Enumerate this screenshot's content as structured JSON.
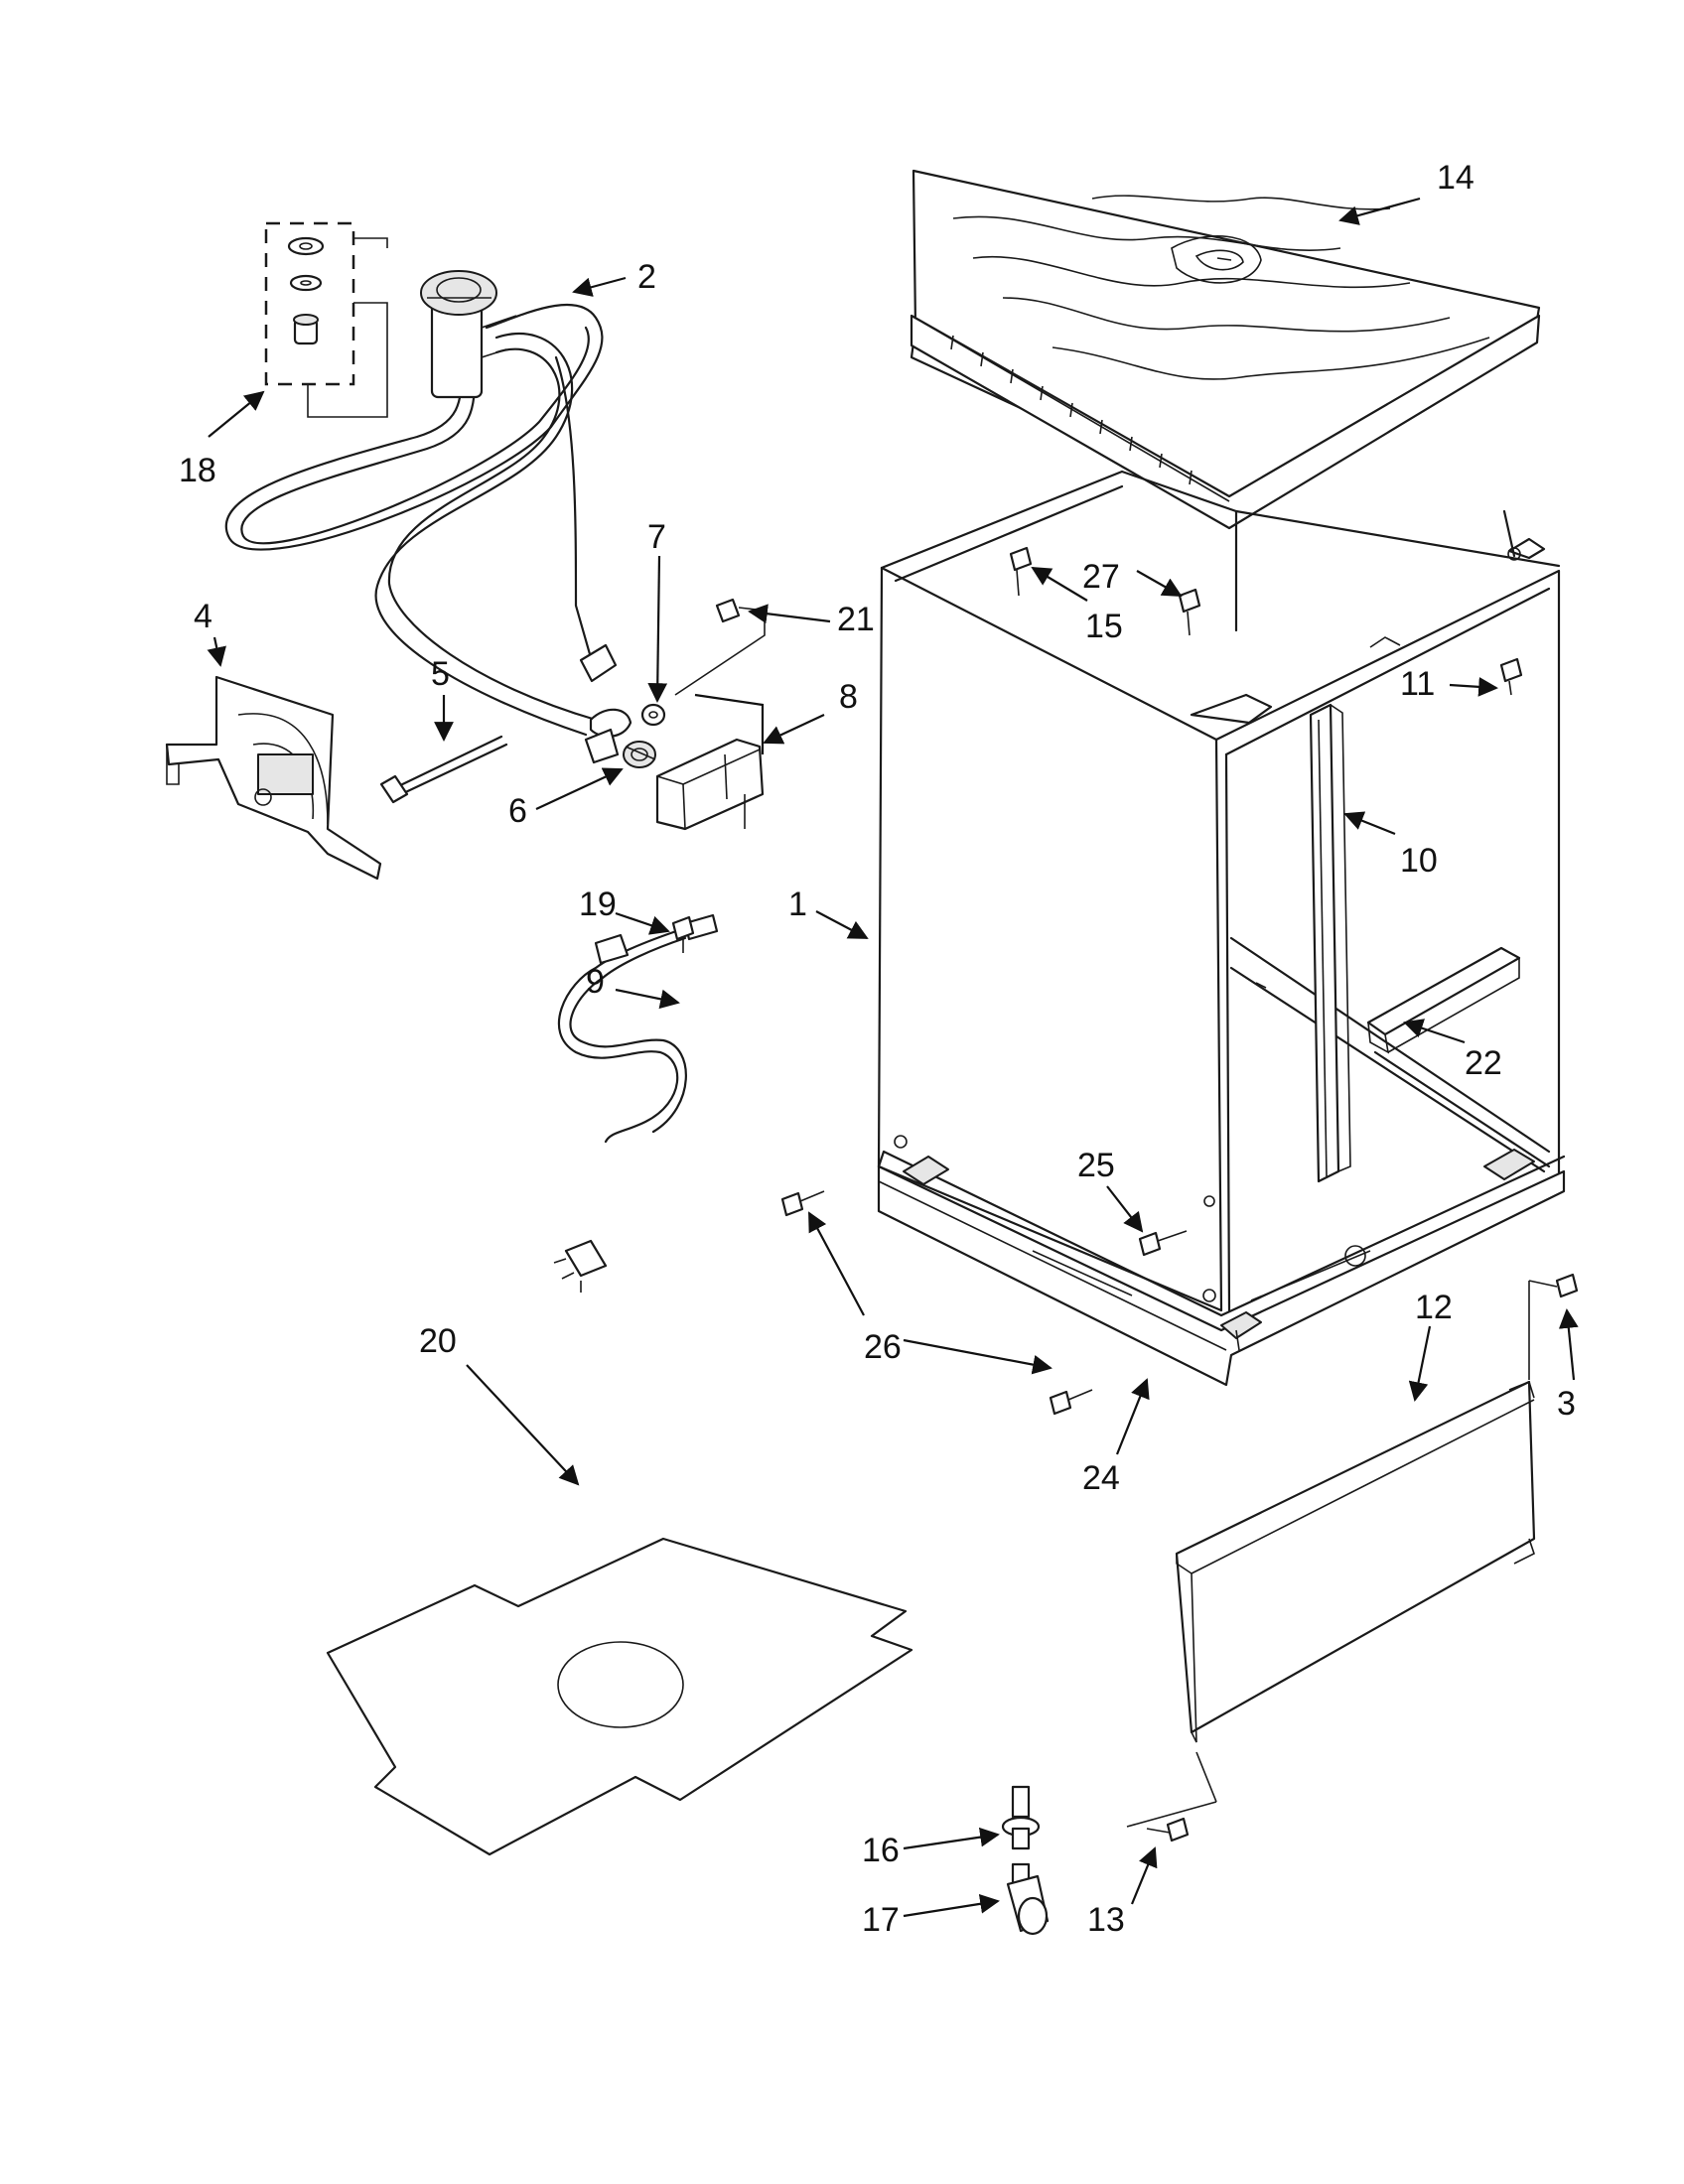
{
  "callouts": [
    {
      "id": "c1",
      "label": "1"
    },
    {
      "id": "c2",
      "label": "2"
    },
    {
      "id": "c3",
      "label": "3"
    },
    {
      "id": "c4",
      "label": "4"
    },
    {
      "id": "c5",
      "label": "5"
    },
    {
      "id": "c6",
      "label": "6"
    },
    {
      "id": "c7",
      "label": "7"
    },
    {
      "id": "c8",
      "label": "8"
    },
    {
      "id": "c9",
      "label": "9"
    },
    {
      "id": "c10",
      "label": "10"
    },
    {
      "id": "c11",
      "label": "11"
    },
    {
      "id": "c12",
      "label": "12"
    },
    {
      "id": "c13",
      "label": "13"
    },
    {
      "id": "c14",
      "label": "14"
    },
    {
      "id": "c15",
      "label": "15"
    },
    {
      "id": "c16",
      "label": "16"
    },
    {
      "id": "c17",
      "label": "17"
    },
    {
      "id": "c18",
      "label": "18"
    },
    {
      "id": "c19",
      "label": "19"
    },
    {
      "id": "c20",
      "label": "20"
    },
    {
      "id": "c21",
      "label": "21"
    },
    {
      "id": "c22",
      "label": "22"
    },
    {
      "id": "c24",
      "label": "24"
    },
    {
      "id": "c25",
      "label": "25"
    },
    {
      "id": "c26",
      "label": "26"
    },
    {
      "id": "c27",
      "label": "27"
    }
  ]
}
